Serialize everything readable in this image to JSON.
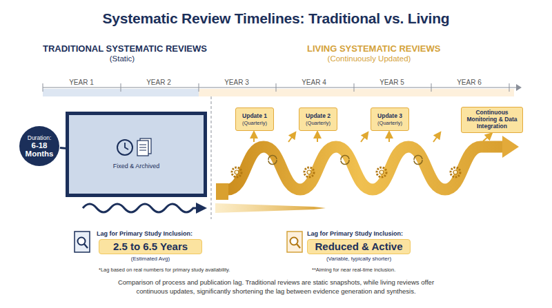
{
  "diagram": {
    "title": "Systematic Review Timelines: Traditional vs. Living",
    "caption": "Comparison of process and publication lag. Traditional reviews are static snapshots, while living reviews offer continuous updates, significantly shortening the lag between evidence generation and synthesis.",
    "nodes": [
      {
        "text": [
          "Duration:",
          "6-18 Months"
        ]
      },
      {
        "text": [
          "Fixed & Archived"
        ]
      },
      {
        "text": [
          "Update 1",
          "(Quarterly)"
        ]
      },
      {
        "text": [
          "Update 2",
          "(Quarterly)"
        ]
      },
      {
        "text": [
          "Update 3",
          "(Quarterly)"
        ]
      },
      {
        "text": [
          "Continuous Monitoring & Data Integration"
        ]
      },
      {
        "text": [
          "2.5 to 6.5 Years"
        ]
      },
      {
        "text": [
          "Reduced & Active"
        ]
      }
    ],
    "edges": [
      {
        "from": 0,
        "to": 1,
        "arrow": "none"
      }
    ],
    "labels": [
      "TRADITIONAL SYSTEMATIC REVIEWS",
      "(Static)",
      "LIVING SYSTEMATIC REVIEWS",
      "(Continuously Updated)",
      "YEAR 1",
      "YEAR 2",
      "YEAR 3",
      "YEAR 4",
      "YEAR 5",
      "YEAR 6",
      "Lag for Primary Study Inclusion:",
      "(Estimated Avg)",
      "*Lag based on real numbers for primary study availability.",
      "Lag for Primary Study Inclusion:",
      "(Variable, typically shorter)",
      "**Aiming for near real-time inclusion."
    ]
  }
}
